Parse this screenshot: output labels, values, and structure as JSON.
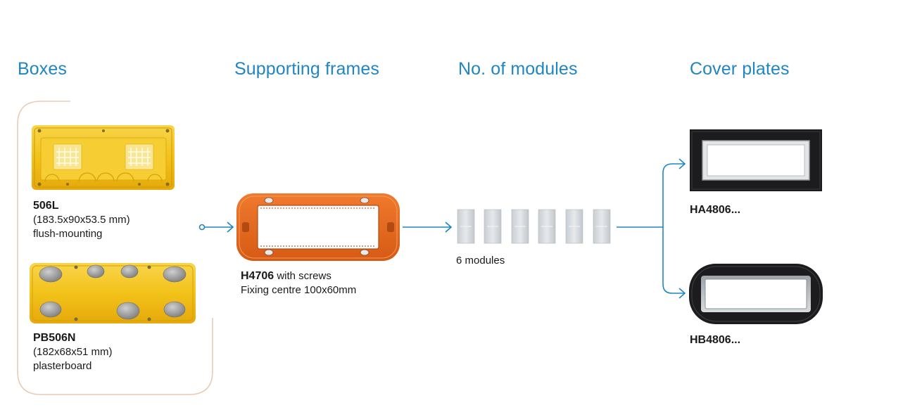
{
  "headings": {
    "boxes": "Boxes",
    "frames": "Supporting frames",
    "modules": "No. of modules",
    "covers": "Cover plates"
  },
  "boxes": [
    {
      "code": "506L",
      "dims": "(183.5x90x53.5 mm)",
      "type": "flush-mounting"
    },
    {
      "code": "PB506N",
      "dims": "(182x68x51 mm)",
      "type": "plasterboard"
    }
  ],
  "frame": {
    "code": "H4706",
    "suffix": " with screws",
    "note": "Fixing centre 100x60mm"
  },
  "modules": {
    "count": 6,
    "label": "6 modules"
  },
  "covers": [
    {
      "code": "HA4806..."
    },
    {
      "code": "HB4806..."
    }
  ],
  "colors": {
    "accent": "#1f86c3",
    "box_yellow": "#f4c20d",
    "frame_orange": "#e8681e",
    "bracket": "#e8cbb8",
    "plate_dark": "#1c1c1e"
  }
}
